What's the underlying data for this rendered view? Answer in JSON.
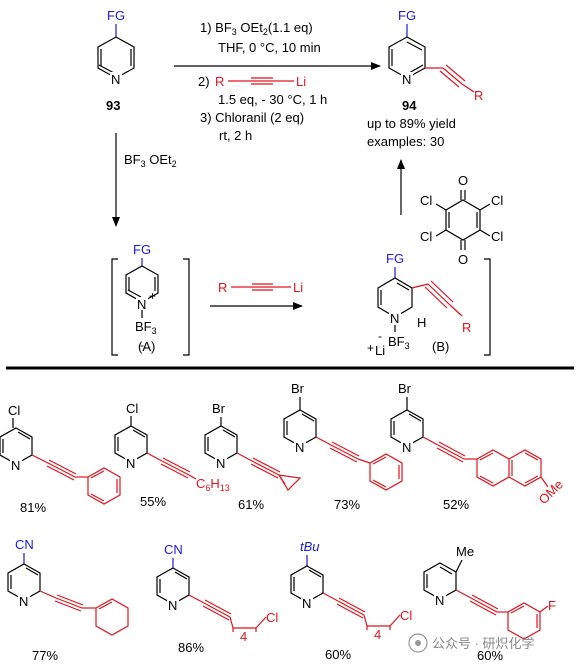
{
  "scheme": {
    "top_left_compound": {
      "group": "FG",
      "label": "93"
    },
    "conditions": {
      "step1_line1": "1) BF3 OEt2(1.1 eq)",
      "step1_line2": "THF,  0 °C, 10 min",
      "step2_label": "2)",
      "step2_reagent_r": "R",
      "step2_reagent_li": "Li",
      "step2_line2": "1.5 eq, - 30 °C, 1 h",
      "step3_line1": "3) Chloranil (2 eq)",
      "step3_line2": "rt, 2 h"
    },
    "product": {
      "group": "FG",
      "r": "R",
      "label": "94",
      "yield_note": "up to 89% yield",
      "examples": "examples: 30"
    },
    "down_arrow_reagent": "BF3 OEt2",
    "chloranil": {
      "cl": "Cl",
      "o": "O"
    },
    "intermediate_a": {
      "group": "FG",
      "n": "N",
      "plus": "+",
      "bf3": "BF3",
      "minus": "-",
      "label": "(A)"
    },
    "middle_reagent": {
      "r": "R",
      "li": "Li"
    },
    "intermediate_b": {
      "group": "FG",
      "n": "N",
      "h": "H",
      "bf3": "BF3",
      "minus": "-",
      "li": "Li",
      "plus": "+",
      "r": "R",
      "label": "(B)"
    }
  },
  "examples": {
    "row1": [
      {
        "substituent": "Cl",
        "yield": "81%"
      },
      {
        "substituent": "Cl",
        "chain": "C6H13",
        "yield": "55%"
      },
      {
        "substituent": "Br",
        "yield": "61%"
      },
      {
        "substituent": "Br",
        "yield": "73%"
      },
      {
        "substituent": "Br",
        "ome": "OMe",
        "yield": "52%"
      }
    ],
    "row2": [
      {
        "substituent": "CN",
        "yield": "77%"
      },
      {
        "substituent": "CN",
        "chain_cl": "Cl",
        "chain_n": "4",
        "yield": "86%"
      },
      {
        "substituent": "tBu",
        "chain_cl": "Cl",
        "chain_n": "4",
        "yield": "60%"
      },
      {
        "substituent": "Me",
        "f": "F",
        "yield": "60%"
      }
    ],
    "n_label": "N"
  },
  "watermark": "公众号 · 研炽化学",
  "colors": {
    "fg_blue": "#1a1ad8",
    "new_red": "#e0141e",
    "black": "#000000"
  }
}
